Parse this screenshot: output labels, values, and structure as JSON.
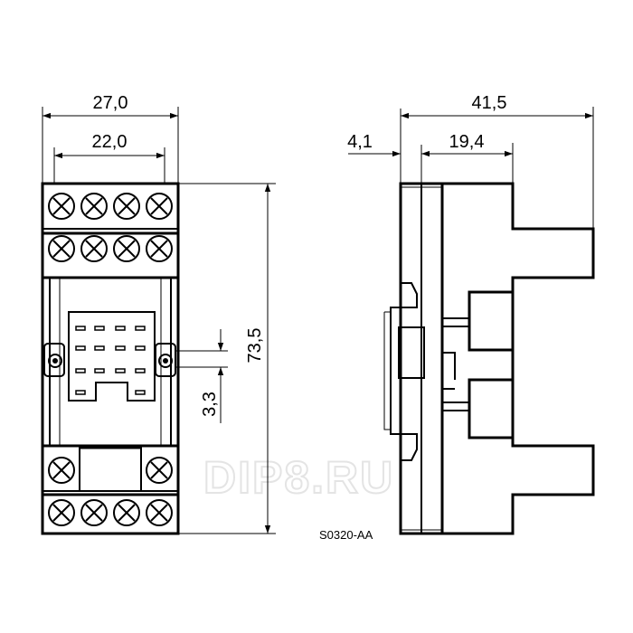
{
  "dimensions": {
    "width_outer": "27,0",
    "width_inner": "22,0",
    "height": "73,5",
    "pin_offset": "3,3",
    "depth_total": "41,5",
    "rail_offset": "4,1",
    "base_depth": "19,4"
  },
  "part_code": "S0320-AA",
  "watermark": "DIP8.RU"
}
